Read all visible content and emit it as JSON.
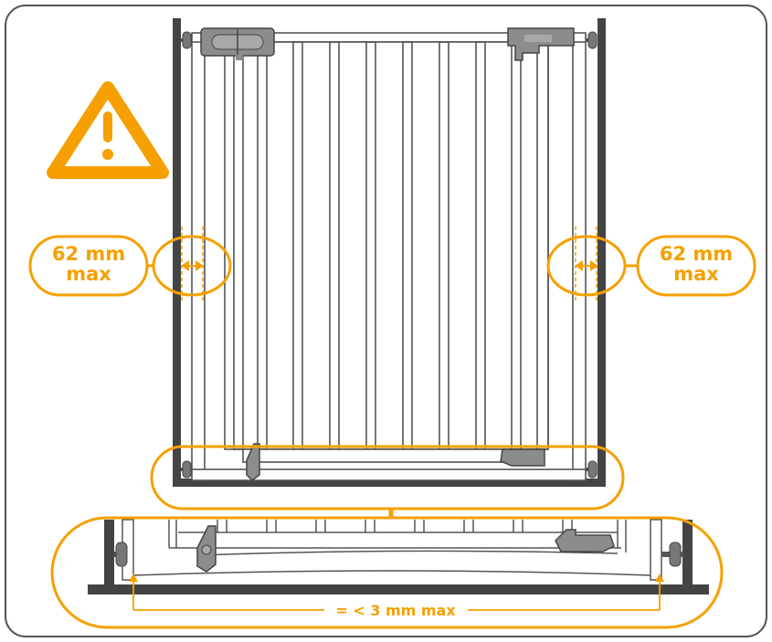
{
  "colors": {
    "accent": "#f5a000",
    "frame": "#444444",
    "outline": "#555555",
    "gate_gray": "#8c8c8c",
    "white": "#ffffff"
  },
  "icons": [
    "warning-icon",
    "double-arrow-icon"
  ],
  "left_gap": {
    "line1": "62 mm",
    "line2": "max"
  },
  "right_gap": {
    "line1": "62 mm",
    "line2": "max"
  },
  "bottom_gap": {
    "label": "= < 3 mm max"
  }
}
